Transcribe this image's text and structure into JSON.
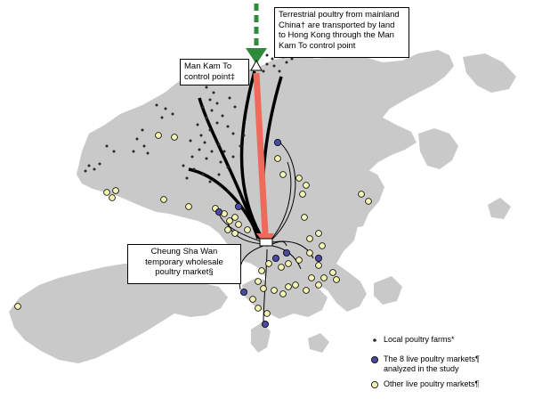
{
  "colors": {
    "land": "#c9c9c9",
    "sea": "#ffffff",
    "road": "#000000",
    "main_route": "#f06a5c",
    "import_arrow": "#2e8b3c",
    "studied_market": "#4a4aa0",
    "other_market": "#f3f3b3",
    "farm": "#2a2a2a"
  },
  "callouts": {
    "transport": {
      "line1": "Terrestrial poultry from mainland",
      "line2": "China† are transported by land",
      "line3": "to Hong Kong through the Man",
      "line4": "Kam To control point"
    },
    "man_kam_to": {
      "line1": "Man Kam To",
      "line2": "control point‡"
    },
    "cheung_sha_wan": {
      "line1": "Cheung Sha Wan",
      "line2": "temporary wholesale",
      "line3": "poultry market§"
    }
  },
  "legend": {
    "farms": {
      "label": "Local poultry farms*",
      "icon": "small-black-dot"
    },
    "studied_markets": {
      "line1": "The 8 live poultry markets¶",
      "line2": "analyzed in the study",
      "icon": "blue-circle"
    },
    "other_markets": {
      "label": "Other live poultry markets¶",
      "icon": "yellow-circle"
    }
  },
  "markers": {
    "studied_market_count": 8
  }
}
